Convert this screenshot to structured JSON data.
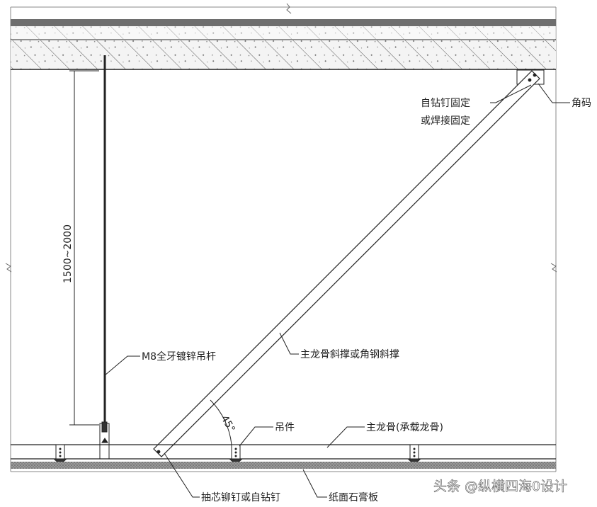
{
  "labels": {
    "dimension": "1500~2000",
    "hanger_rod": "M8全牙镀锌吊杆",
    "diagonal_brace": "主龙骨斜撑或角钢斜撑",
    "angle": "45°",
    "hanger_clip": "吊件",
    "main_keel": "主龙骨(承载龙骨)",
    "rivet": "抽芯铆钉或自钻钉",
    "gypsum_board": "纸面石膏板",
    "fix_line1": "自钻钉固定",
    "fix_line2": "或焊接固定",
    "corner_bracket": "角码"
  },
  "watermark": "头条 @纵横四海0设计"
}
